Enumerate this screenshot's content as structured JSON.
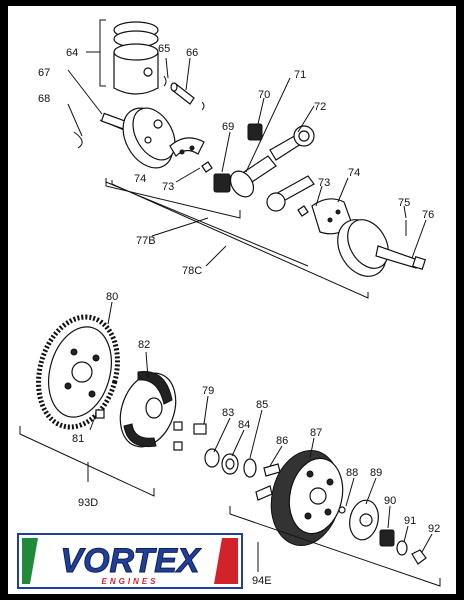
{
  "labels": {
    "p64": "64",
    "p65": "65",
    "p66": "66",
    "p67": "67",
    "p68": "68",
    "p69": "69",
    "p70": "70",
    "p71": "71",
    "p72": "72",
    "p73a": "73",
    "p73b": "73",
    "p74a": "74",
    "p74b": "74",
    "p75": "75",
    "p76": "76",
    "p77b": "77B",
    "p78c": "78C",
    "p79": "79",
    "p80": "80",
    "p81": "81",
    "p82": "82",
    "p83": "83",
    "p84": "84",
    "p85": "85",
    "p86": "86",
    "p87": "87",
    "p88": "88",
    "p89": "89",
    "p90": "90",
    "p91": "91",
    "p92": "92",
    "p93d": "93D",
    "p94e": "94E"
  },
  "logo": {
    "brand": "VORTEX",
    "tagline": "ENGINES",
    "colors": {
      "blue": "#1f3f9a",
      "green": "#1e8a3a",
      "red": "#d2232a"
    }
  }
}
